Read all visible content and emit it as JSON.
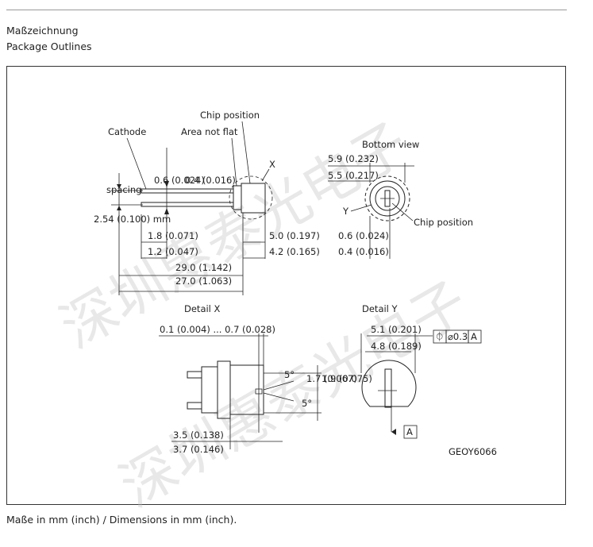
{
  "page": {
    "heading_de": "Maßzeichnung",
    "heading_en": "Package Outlines",
    "footnote": "Maße in mm (inch) / Dimensions in mm (inch).",
    "watermark": "深圳惠泰光电子"
  },
  "drawing": {
    "side": {
      "chip_position": "Chip position",
      "cathode": "Cathode",
      "area_not_flat": "Area not flat",
      "x_marker": "X",
      "lead_dim": "0.6 (0.024)",
      "lead_dim2": "0.4 (0.016)",
      "spacing": "spacing",
      "pitch": "2.54 (0.100) mm",
      "d_1_8": "1.8 (0.071)",
      "d_1_2": "1.2 (0.047)",
      "d_5_0": "5.0 (0.197)",
      "d_4_2": "4.2 (0.165)",
      "d_29": "29.0 (1.142)",
      "d_27": "27.0 (1.063)"
    },
    "bottom": {
      "title": "Bottom view",
      "d_5_9": "5.9 (0.232)",
      "d_5_5": "5.5 (0.217)",
      "y_marker": "Y",
      "chip_position": "Chip position",
      "d_0_6": "0.6 (0.024)",
      "d_0_4": "0.4 (0.016)"
    },
    "detail_x": {
      "title": "Detail X",
      "d_gap": "0.1 (0.004) ... 0.7 (0.028)",
      "angle1": "5°",
      "angle2": "5°",
      "d_1_7": "1.7 (0.067)",
      "d_1_9": "1.9 (0.075)",
      "d_3_5": "3.5 (0.138)",
      "d_3_7": "3.7 (0.146)"
    },
    "detail_y": {
      "title": "Detail Y",
      "d_5_1": "5.1 (0.201)",
      "d_4_8": "4.8 (0.189)",
      "tol_symbol": "⏀",
      "tol_value": "⌀0.3",
      "datum": "A",
      "datum2": "A"
    },
    "code": "GEOY6066"
  }
}
